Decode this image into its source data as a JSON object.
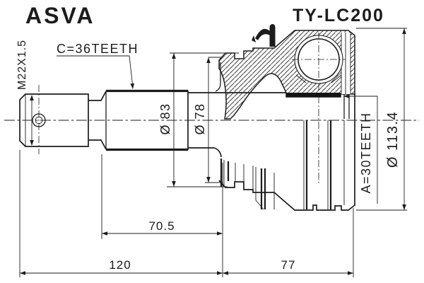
{
  "title": {
    "brand": "ASVA",
    "part_number": "TY-LC200"
  },
  "callouts": {
    "thread_size": "M22X1.5",
    "outer_spline_teeth": "C=36TEETH",
    "diameter_83": "Ø 83",
    "diameter_78": "Ø 78",
    "inner_spline_teeth": "A=30TEETH",
    "outer_diameter": "Ø 113.4"
  },
  "dimensions": {
    "spline_section_length": "70.5",
    "shaft_length": "120",
    "housing_length": "77"
  },
  "colors": {
    "line": "#1c1c1c",
    "background": "#ffffff"
  }
}
